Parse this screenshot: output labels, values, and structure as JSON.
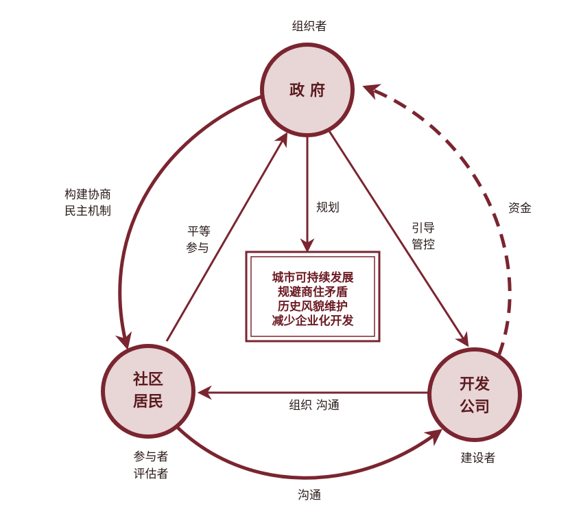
{
  "colors": {
    "stroke": "#7a2530",
    "node_fill": "#e8d5d6",
    "text": "#2a1a1a",
    "center_text": "#6b1a22"
  },
  "nodes": {
    "government": {
      "label": "政 府",
      "role": "组织者"
    },
    "community": {
      "line1": "社区",
      "line2": "居民",
      "role_line1": "参与者",
      "role_line2": "评估者"
    },
    "developer": {
      "line1": "开发",
      "line2": "公司",
      "role": "建设者"
    }
  },
  "center_box": {
    "lines": [
      "城市可持续发展",
      "规避商住矛盾",
      "历史风貌维护",
      "减少企业化开发"
    ]
  },
  "edges": {
    "gov_to_community": {
      "line1": "构建协商",
      "line2": "民主机制"
    },
    "community_to_gov": {
      "line1": "平等",
      "line2": "参与"
    },
    "gov_to_center": {
      "label": "规划"
    },
    "gov_to_developer": {
      "line1": "引导",
      "line2": "管控"
    },
    "developer_to_gov": {
      "label": "资金"
    },
    "developer_to_community": {
      "label": "组织 沟通"
    },
    "community_to_developer": {
      "label": "沟通"
    }
  }
}
